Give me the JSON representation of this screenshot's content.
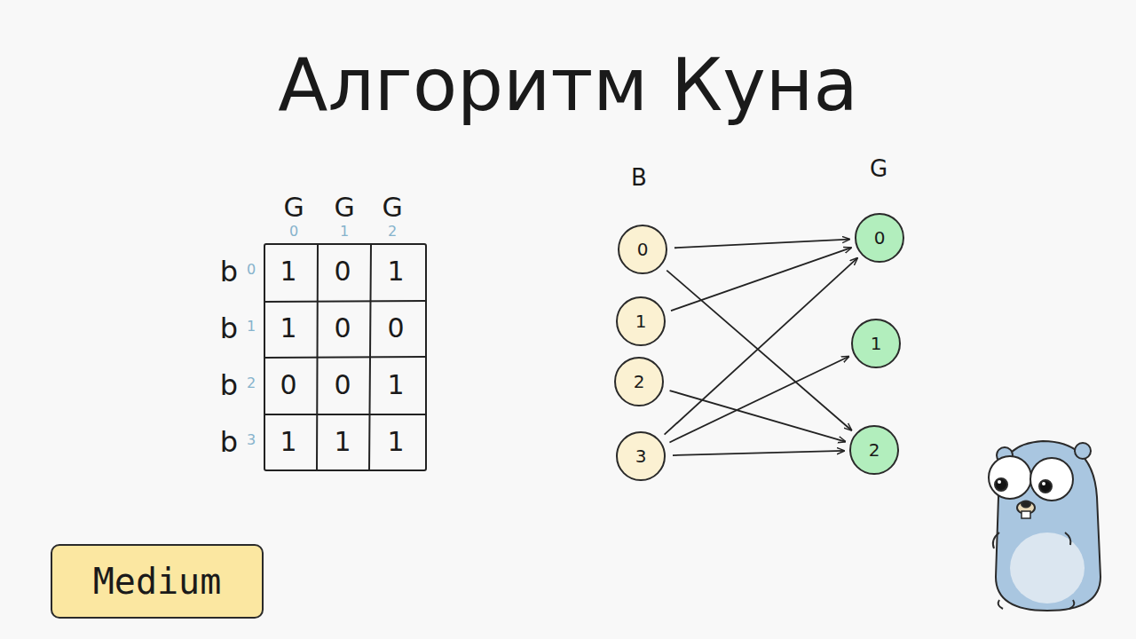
{
  "diagram": {
    "title": "Алгоритм Куна",
    "nodes": [
      {
        "text": [
          "0"
        ]
      },
      {
        "text": [
          "1"
        ]
      },
      {
        "text": [
          "2"
        ]
      },
      {
        "text": [
          "3"
        ]
      },
      {
        "text": [
          "0"
        ]
      },
      {
        "text": [
          "1"
        ]
      },
      {
        "text": [
          "2"
        ]
      },
      {
        "text": [
          "Medium"
        ]
      }
    ],
    "edges": [
      {
        "from": 0,
        "to": 4,
        "arrow": "to"
      },
      {
        "from": 0,
        "to": 6,
        "arrow": "to"
      },
      {
        "from": 1,
        "to": 4,
        "arrow": "to"
      },
      {
        "from": 2,
        "to": 6,
        "arrow": "to"
      },
      {
        "from": 3,
        "to": 4,
        "arrow": "to"
      },
      {
        "from": 3,
        "to": 5,
        "arrow": "to"
      },
      {
        "from": 3,
        "to": 6,
        "arrow": "to"
      }
    ],
    "labels": [
      "G",
      "0",
      "G",
      "1",
      "G",
      "2",
      "b",
      "0",
      "1",
      "0",
      "1",
      "b",
      "1",
      "1",
      "0",
      "0",
      "b",
      "2",
      "0",
      "0",
      "1",
      "b",
      "3",
      "1",
      "1",
      "1",
      "B",
      "G"
    ]
  }
}
